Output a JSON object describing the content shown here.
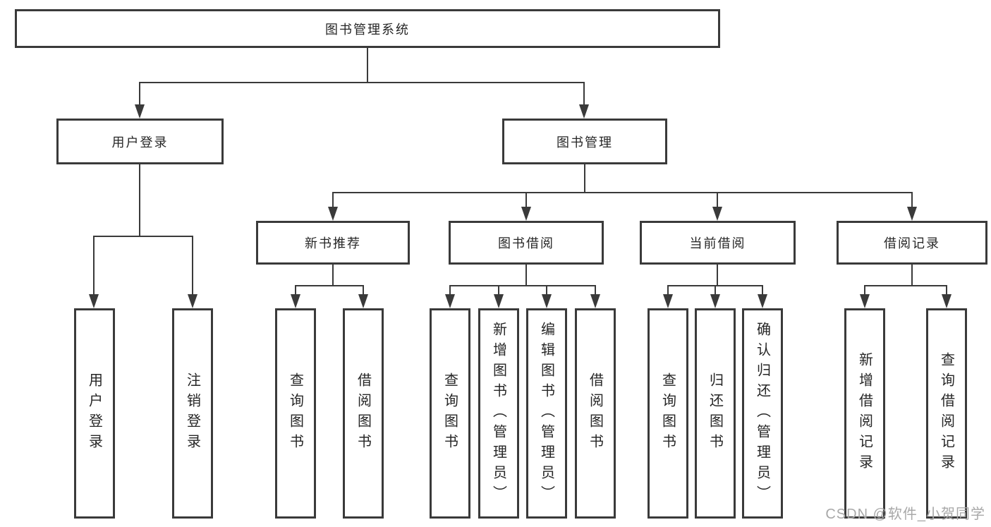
{
  "diagram": {
    "root": "图书管理系统",
    "watermark": "CSDN @软件_小贺同学",
    "level2": {
      "user_login": "用户登录",
      "book_management": "图书管理"
    },
    "level3": {
      "new_book_recommend": "新书推荐",
      "book_borrowing": "图书借阅",
      "current_borrowing": "当前借阅",
      "borrowing_records": "借阅记录"
    },
    "leaves": {
      "user_login": "用户登录",
      "logout": "注销登录",
      "recommend_query_books": "查询图书",
      "recommend_borrow_books": "借阅图书",
      "borrowing_query_books": "查询图书",
      "borrowing_add_books_admin": "新增图书（管理员）",
      "borrowing_edit_books_admin": "编辑图书（管理员）",
      "borrowing_borrow_books": "借阅图书",
      "current_query_books": "查询图书",
      "current_return_books": "归还图书",
      "current_confirm_return_admin": "确认归还（管理员）",
      "records_add_record": "新增借阅记录",
      "records_query_record": "查询借阅记录"
    }
  }
}
